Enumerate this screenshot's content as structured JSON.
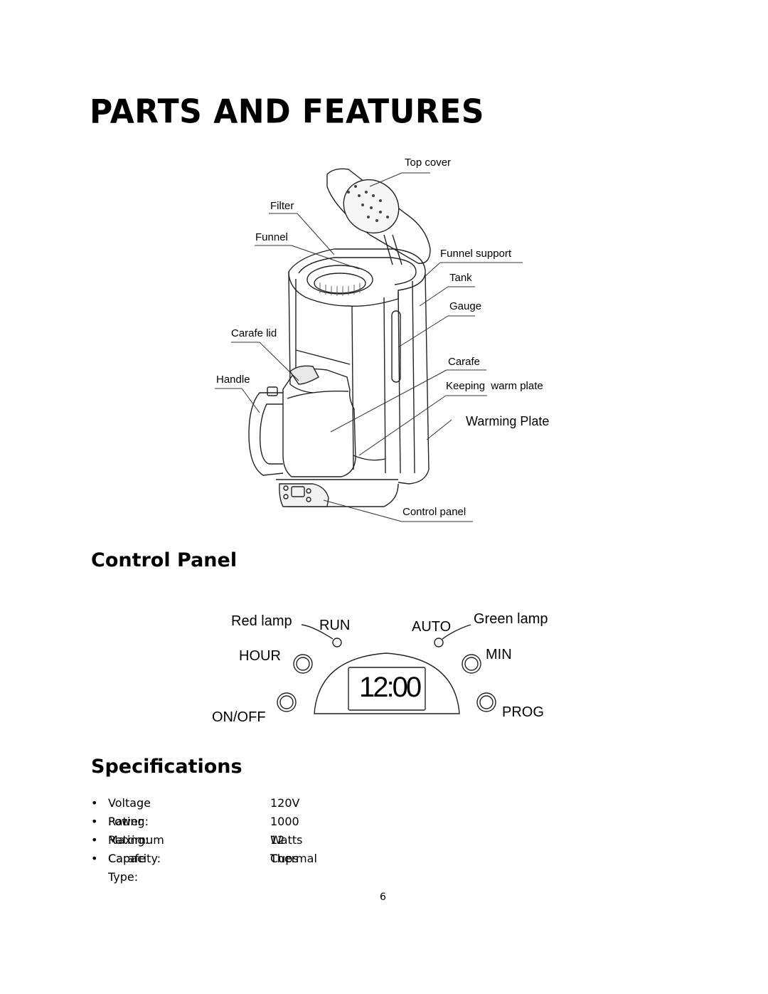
{
  "title": "PARTS AND FEATURES",
  "diagram_labels": {
    "top_cover": "Top cover",
    "filter": "Filter",
    "funnel": "Funnel",
    "funnel_support": "Funnel support",
    "tank": "Tank",
    "gauge": "Gauge",
    "carafe_lid": "Carafe lid",
    "carafe": "Carafe",
    "handle": "Handle",
    "keeping_warm_plate": "Keeping  warm plate",
    "warming_plate": "Warming Plate",
    "control_panel": "Control panel"
  },
  "control_panel_heading": "Control Panel",
  "control_panel": {
    "red_lamp": "Red lamp",
    "run": "RUN",
    "auto": "AUTO",
    "green_lamp": "Green lamp",
    "hour": "HOUR",
    "min": "MIN",
    "on_off": "ON/OFF",
    "prog": "PROG",
    "display": "12:00"
  },
  "specifications_heading": "Specifications",
  "specifications": [
    {
      "label": "Voltage Rating:",
      "value": "120V"
    },
    {
      "label": "Power Rating:",
      "value": "1000 Watts"
    },
    {
      "label": "Maximum Capacity:",
      "value": "12 Cups"
    },
    {
      "label": "Carafe Type:",
      "value": "Thermal"
    }
  ],
  "page_number": "6"
}
